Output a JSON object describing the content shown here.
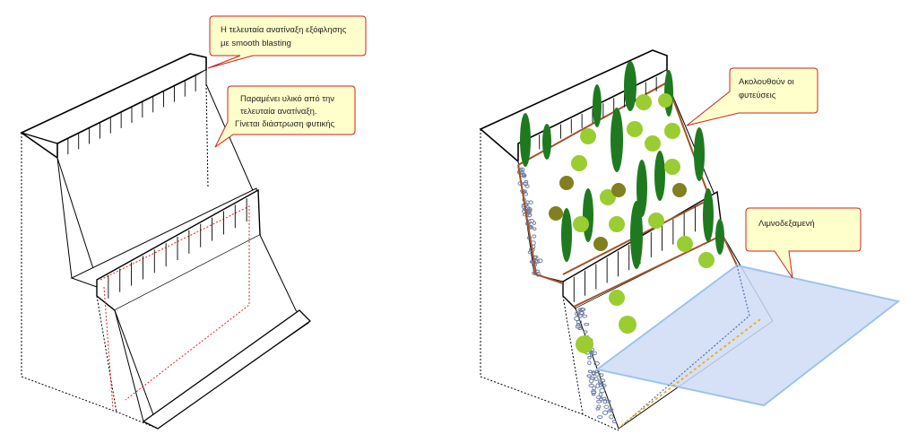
{
  "callouts": {
    "blasting": {
      "line1": "Η τελευταία ανατίναξη εξόφλησης",
      "line2": "με smooth blasting"
    },
    "material": {
      "line1": "Παραμένει υλικό από την",
      "line2": "τελευταία ανατίναξη.",
      "line3": "Γίνεται διάστρωση φυτικής"
    },
    "plantings": {
      "line1": "Ακολουθούν οι",
      "line2": "φυτεύσεις"
    },
    "pond": {
      "line1": "Λιμνοδεξαμενή"
    }
  },
  "colors": {
    "callout_fill": "#ffffcc",
    "callout_border": "#cc2222",
    "soil_line": "#a0522d",
    "pond_fill": "#cfdcf7",
    "pond_edge": "#9fc3ea",
    "tree_dark": "#1f7a1f",
    "shrub_light": "#9acd32",
    "shrub_olive": "#808020",
    "gravel": "#6f7fa0",
    "red_dotted": "#e02020"
  }
}
